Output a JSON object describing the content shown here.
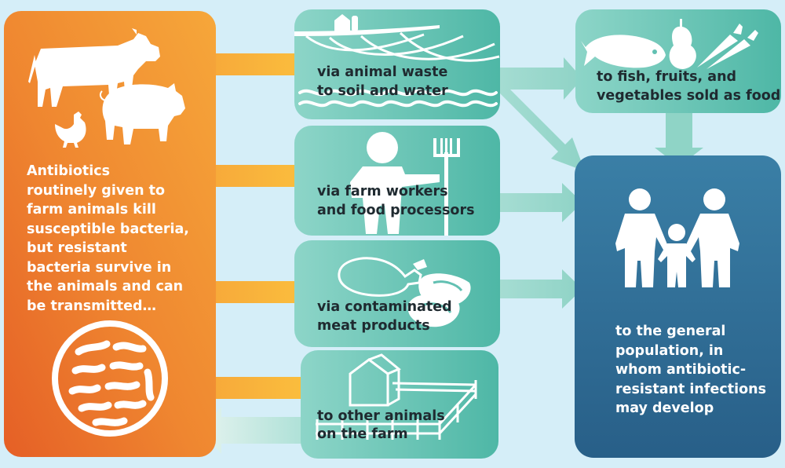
{
  "colors": {
    "background": "#d5eef8",
    "source_box_top": "#f6a73a",
    "source_box_bottom": "#e96a2a",
    "route_box": "#62c0b2",
    "destination_box": "#2f6f97",
    "arrow": "#86d1c3",
    "text_dark": "#1f2a30",
    "text_light": "#ffffff"
  },
  "source": {
    "icons": [
      "cow-icon",
      "pig-icon",
      "chicken-icon",
      "bacteria-icon"
    ],
    "lines": [
      "Antibiotics",
      "routinely given to",
      "farm animals kill",
      "susceptible bacteria,",
      "but resistant",
      "bacteria survive in",
      "the animals and can",
      "be transmitted…"
    ]
  },
  "routes": {
    "waste": {
      "icon": "farm-field-icon",
      "lines": [
        "via animal waste",
        "to soil and water"
      ]
    },
    "workers": {
      "icon": "farm-worker-icon",
      "lines": [
        "via farm workers",
        "and food processors"
      ]
    },
    "meat": {
      "icon": "meat-icon",
      "lines": [
        "via contaminated",
        "meat products"
      ]
    },
    "animals": {
      "icon": "barn-fence-icon",
      "lines": [
        "to other animals",
        "on the farm"
      ]
    }
  },
  "food": {
    "icon": "fish-fruit-vegetable-icon",
    "lines": [
      "to fish, fruits, and",
      "vegetables sold as food"
    ]
  },
  "population": {
    "icon": "family-icon",
    "lines": [
      "to the general",
      "population, in",
      "whom antibiotic-",
      "resistant infections",
      "may develop"
    ]
  }
}
